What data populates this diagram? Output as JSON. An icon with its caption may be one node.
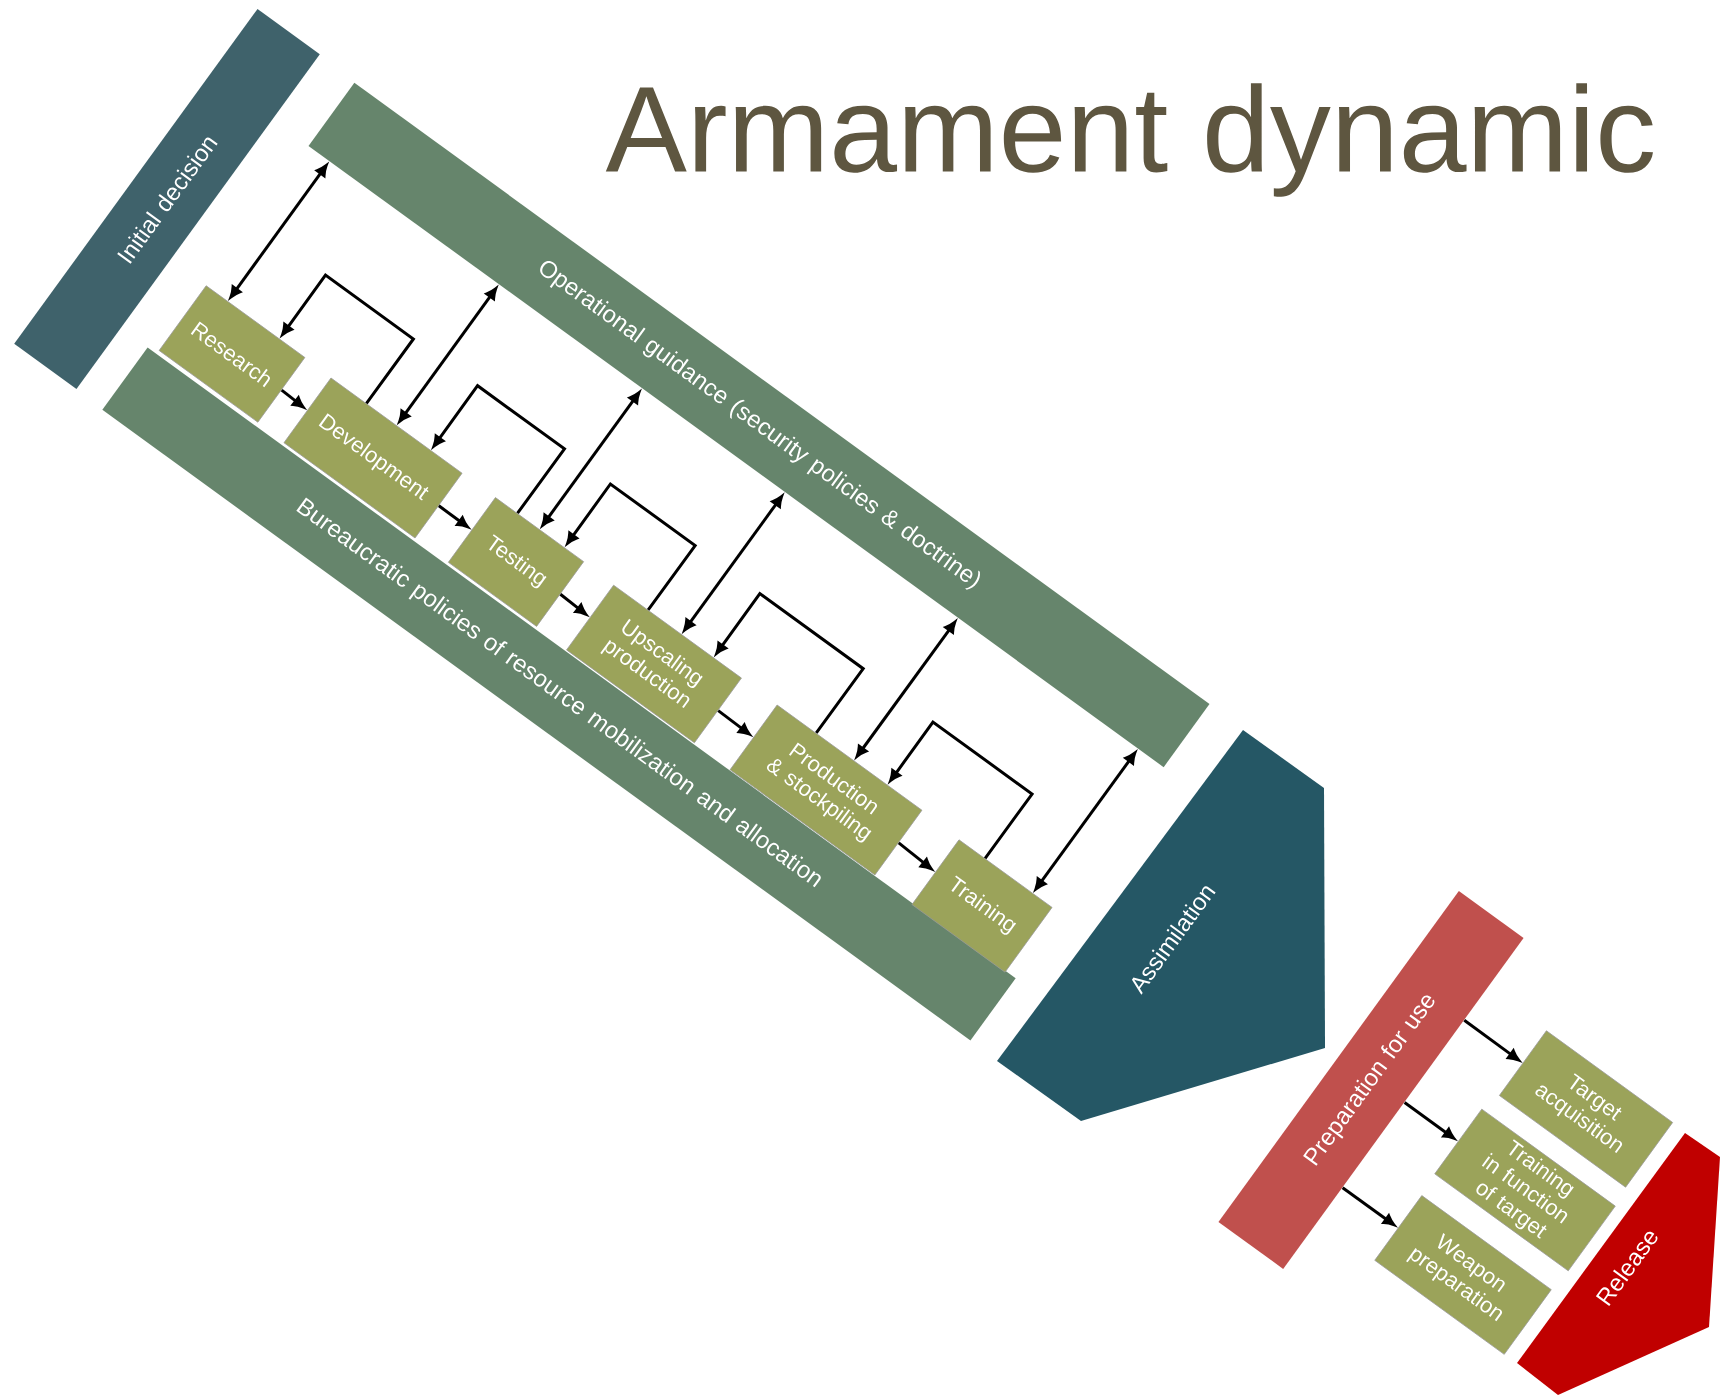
{
  "diagram": {
    "title": "Armament dynamic",
    "nodes": [
      {
        "text": [
          "Initial decision"
        ]
      },
      {
        "text": [
          "Operational guidance (security policies & doctrine)"
        ]
      },
      {
        "text": [
          "Bureaucratic policies of resource mobilization and allocation"
        ]
      },
      {
        "text": [
          "Research"
        ]
      },
      {
        "text": [
          "Development"
        ]
      },
      {
        "text": [
          "Testing"
        ]
      },
      {
        "text": [
          "Upscaling production"
        ]
      },
      {
        "text": [
          "Production & stockpiling"
        ]
      },
      {
        "text": [
          "Training"
        ]
      },
      {
        "text": [
          "Assimilation"
        ]
      },
      {
        "text": [
          "Preparation for use"
        ]
      },
      {
        "text": [
          "Target acquisition"
        ]
      },
      {
        "text": [
          "Training in function of target"
        ]
      },
      {
        "text": [
          "Weapon preparation"
        ]
      },
      {
        "text": [
          "Release"
        ]
      }
    ],
    "edges": [
      {
        "from": 1,
        "to": 3,
        "arrow": "both"
      },
      {
        "from": 1,
        "to": 4,
        "arrow": "both"
      },
      {
        "from": 1,
        "to": 5,
        "arrow": "both"
      },
      {
        "from": 1,
        "to": 6,
        "arrow": "both"
      },
      {
        "from": 1,
        "to": 7,
        "arrow": "both"
      },
      {
        "from": 1,
        "to": 8,
        "arrow": "both"
      },
      {
        "from": 3,
        "to": 4,
        "arrow": "to"
      },
      {
        "from": 4,
        "to": 5,
        "arrow": "to"
      },
      {
        "from": 5,
        "to": 6,
        "arrow": "to"
      },
      {
        "from": 6,
        "to": 7,
        "arrow": "to"
      },
      {
        "from": 7,
        "to": 8,
        "arrow": "to"
      },
      {
        "from": 4,
        "to": 3,
        "arrow": "to"
      },
      {
        "from": 5,
        "to": 4,
        "arrow": "to"
      },
      {
        "from": 6,
        "to": 5,
        "arrow": "to"
      },
      {
        "from": 7,
        "to": 6,
        "arrow": "to"
      },
      {
        "from": 8,
        "to": 7,
        "arrow": "to"
      },
      {
        "from": 10,
        "to": 11,
        "arrow": "to"
      },
      {
        "from": 10,
        "to": 12,
        "arrow": "to"
      },
      {
        "from": 10,
        "to": 13,
        "arrow": "to"
      }
    ]
  }
}
